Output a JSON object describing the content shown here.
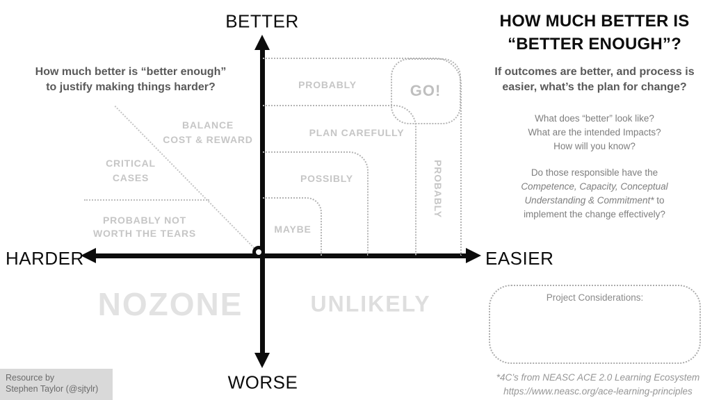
{
  "colors": {
    "axis_black": "#0c0c0c",
    "dark_gray_text": "#595959",
    "body_gray_text": "#7e7e7e",
    "zone_label_gray": "#c6c6c6",
    "ghost_gray": "#e2e2e2",
    "dotted_line_gray": "#b3b3b3",
    "footer_bg": "#d9d9d9"
  },
  "axes": {
    "top": "BETTER",
    "bottom": "WORSE",
    "left": "HARDER",
    "right": "EASIER"
  },
  "left_quadrant": {
    "question_line1": "How much better is “better enough”",
    "question_line2": "to justify making things harder?",
    "balance_line1": "BALANCE",
    "balance_line2": "COST & REWARD",
    "critical_line1": "CRITICAL",
    "critical_line2": "CASES",
    "tears_line1": "PROBABLY NOT",
    "tears_line2": "WORTH THE TEARS",
    "nozone": "NOZONE"
  },
  "zones": {
    "probably_top": "PROBABLY",
    "plan_carefully": "PLAN CAREFULLY",
    "possibly": "POSSIBLY",
    "maybe": "MAYBE",
    "probably_right": "PROBABLY",
    "go": "GO!",
    "unlikely": "UNLIKELY"
  },
  "right_panel": {
    "title_line1": "HOW MUCH BETTER IS",
    "title_line2": "“BETTER ENOUGH”?",
    "subtitle_line1": "If outcomes are better, and process is",
    "subtitle_line2": "easier, what’s the plan for change?",
    "questions": [
      "What does “better” look like?",
      "What are the intended Impacts?",
      "How will you know?"
    ],
    "responsible_line1": "Do those responsible have the",
    "responsible_italic1": "Competence, Capacity, Conceptual",
    "responsible_italic2": "Understanding & Commitment*",
    "responsible_suffix": " to",
    "responsible_line4": "implement the change effectively?",
    "project_box_label": "Project Considerations:",
    "footnote_line1": "*4C’s from NEASC ACE 2.0 Learning Ecosystem",
    "footnote_line2": "https://www.neasc.org/ace-learning-principles"
  },
  "footer": {
    "resource_line1": "Resource by",
    "resource_line2": "Stephen Taylor (@sjtylr)"
  }
}
